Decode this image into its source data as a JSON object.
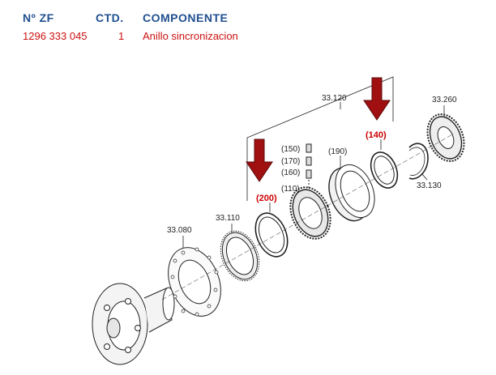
{
  "header": {
    "col_zf": "Nº ZF",
    "col_qty": "CTD.",
    "col_component": "COMPONENTE"
  },
  "row": {
    "part_number": "1296 333 045",
    "qty": "1",
    "component": "Anillo sincronizacion"
  },
  "callouts": {
    "c33120": "33.120",
    "c33260": "33.260",
    "c140": "(140)",
    "c150": "(150)",
    "c170": "(170)",
    "c160": "(160)",
    "c190": "(190)",
    "c110": "(110)",
    "c200": "(200)",
    "c33130": "33.130",
    "c33110": "33.110",
    "c33080": "33.080"
  },
  "colors": {
    "header": "#1f4f8f",
    "highlight": "#cc0000",
    "arrow": "#a01010"
  }
}
